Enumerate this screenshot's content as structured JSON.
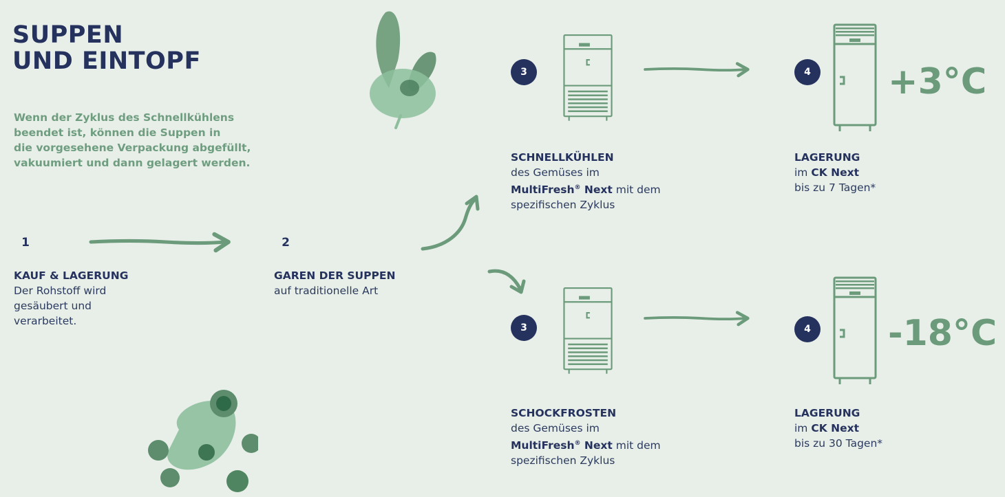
{
  "title": {
    "line1": "SUPPEN",
    "line2": "UND EINTOPF"
  },
  "intro": [
    "Wenn der Zyklus des Schnellkühlens",
    "beendet ist, können die Suppen in",
    "die vorgesehene Verpackung abgefüllt,",
    "vakuumiert und dann gelagert werden."
  ],
  "steps": {
    "s1": {
      "number": "1",
      "heading": "KAUF & LAGERUNG",
      "lines": [
        "Der Rohstoff wird",
        "gesäubert und",
        "verarbeitet."
      ]
    },
    "s2": {
      "number": "2",
      "heading": "GAREN DER SUPPEN",
      "lines": [
        "auf traditionelle Art"
      ]
    },
    "s3a": {
      "number": "3",
      "heading": "SCHNELLKÜHLEN",
      "line1": "des Gemüses im",
      "brand": "MultiFresh",
      "reg": "®",
      "brand_rest": " Next",
      "line2_suffix": " mit dem",
      "line3": "spezifischen Zyklus"
    },
    "s4a": {
      "number": "4",
      "heading": "LAGERUNG",
      "prefix": "im ",
      "product": "CK Next",
      "line2": "bis zu 7 Tagen*",
      "temperature": "+3°C"
    },
    "s3b": {
      "number": "3",
      "heading": "SCHOCKFROSTEN",
      "line1": "des Gemüses im",
      "brand": "MultiFresh",
      "reg": "®",
      "brand_rest": " Next",
      "line2_suffix": " mit dem",
      "line3": "spezifischen Zyklus"
    },
    "s4b": {
      "number": "4",
      "heading": "LAGERUNG",
      "prefix": "im ",
      "product": "CK Next",
      "line2": "bis zu 30 Tagen*",
      "temperature": "-18°C"
    }
  },
  "colors": {
    "navy": "#26325e",
    "green": "#6b9b7a",
    "background": "#e8efe8"
  },
  "icons": [
    "beet-illustration",
    "eggplant-illustration",
    "blast-chiller-icon",
    "storage-cabinet-icon",
    "brush-arrow-icon"
  ]
}
